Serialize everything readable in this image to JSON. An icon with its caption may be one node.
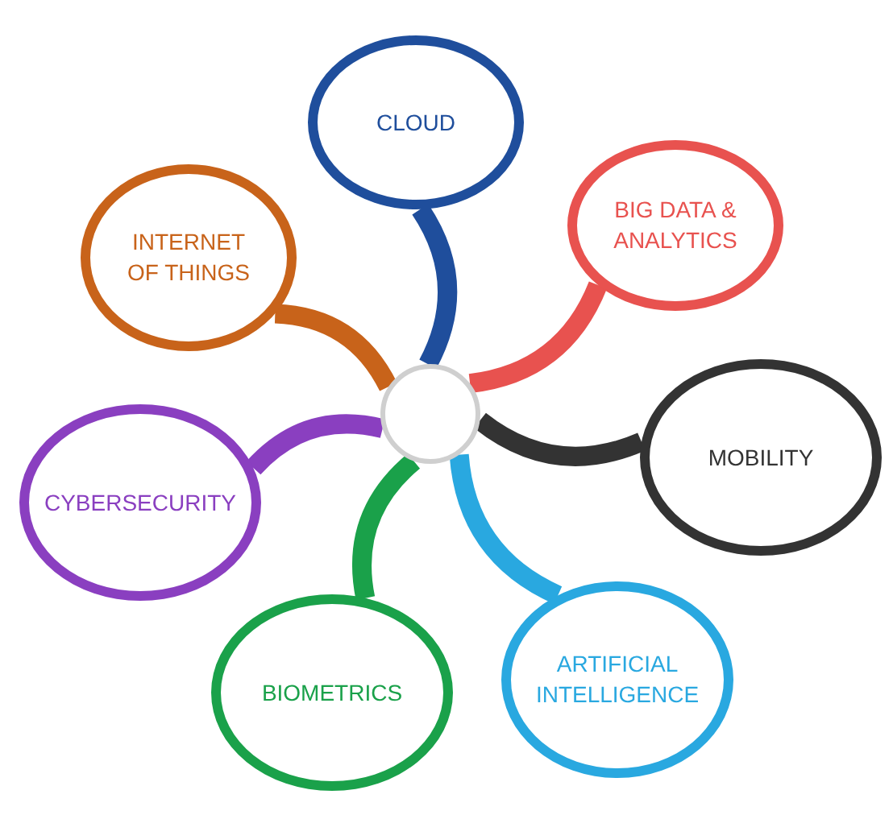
{
  "diagram": {
    "nodes": [
      {
        "text": [],
        "shape": "circle"
      },
      {
        "text": [
          "CLOUD"
        ]
      },
      {
        "text": [
          "BIG DATA & ANALYTICS"
        ]
      },
      {
        "text": [
          "MOBILITY"
        ]
      },
      {
        "text": [
          "ARTIFICIAL INTELLIGENCE"
        ]
      },
      {
        "text": [
          "BIOMETRICS"
        ]
      },
      {
        "text": [
          "CYBERSECURITY"
        ]
      },
      {
        "text": [
          "INTERNET OF THINGS"
        ]
      }
    ],
    "edges": [
      {
        "from": 0,
        "to": 1,
        "arrow": "none",
        "color": "#1f4e9c"
      },
      {
        "from": 0,
        "to": 2,
        "arrow": "none",
        "color": "#e8524f"
      },
      {
        "from": 0,
        "to": 3,
        "arrow": "none",
        "color": "#333333"
      },
      {
        "from": 0,
        "to": 4,
        "arrow": "none",
        "color": "#29a8e0"
      },
      {
        "from": 0,
        "to": 5,
        "arrow": "none",
        "color": "#1aa14a"
      },
      {
        "from": 0,
        "to": 6,
        "arrow": "none",
        "color": "#8a3fc0"
      },
      {
        "from": 0,
        "to": 7,
        "arrow": "none",
        "color": "#c8631a"
      }
    ]
  }
}
